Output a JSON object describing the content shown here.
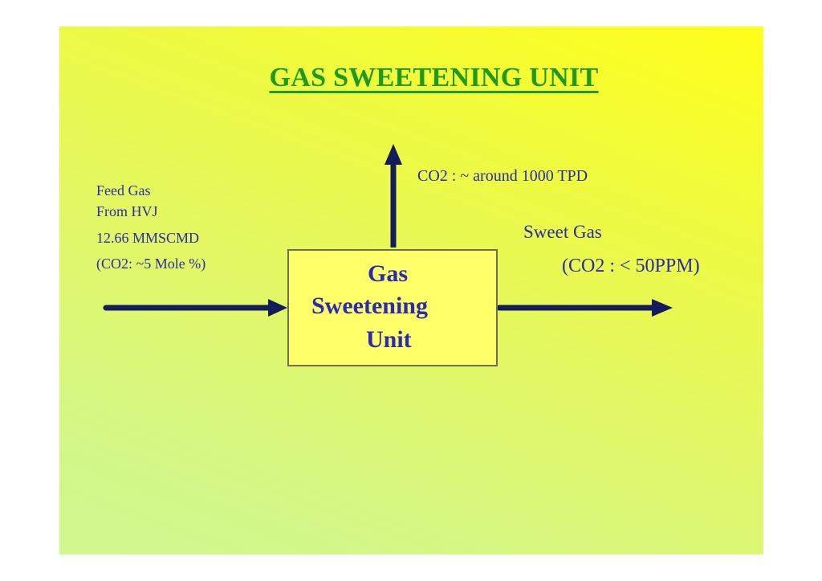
{
  "title": "GAS SWEETENING UNIT",
  "feed": {
    "line1": "Feed Gas",
    "line2": "From HVJ",
    "line3": "12.66 MMSCMD",
    "line4": "(CO2: ~5 Mole %)"
  },
  "co2_output": "CO2 : ~ around 1000 TPD",
  "sweet_gas": {
    "line1": "Sweet Gas",
    "line2": "(CO2 : < 50PPM)"
  },
  "unit": {
    "line1": "Gas",
    "line2": "Sweetening",
    "line3": "Unit"
  },
  "colors": {
    "title": "#1e9a1e",
    "label_text": "#2b2ba8",
    "arrow": "#141c5c",
    "box_fill": "#ffff6a"
  }
}
